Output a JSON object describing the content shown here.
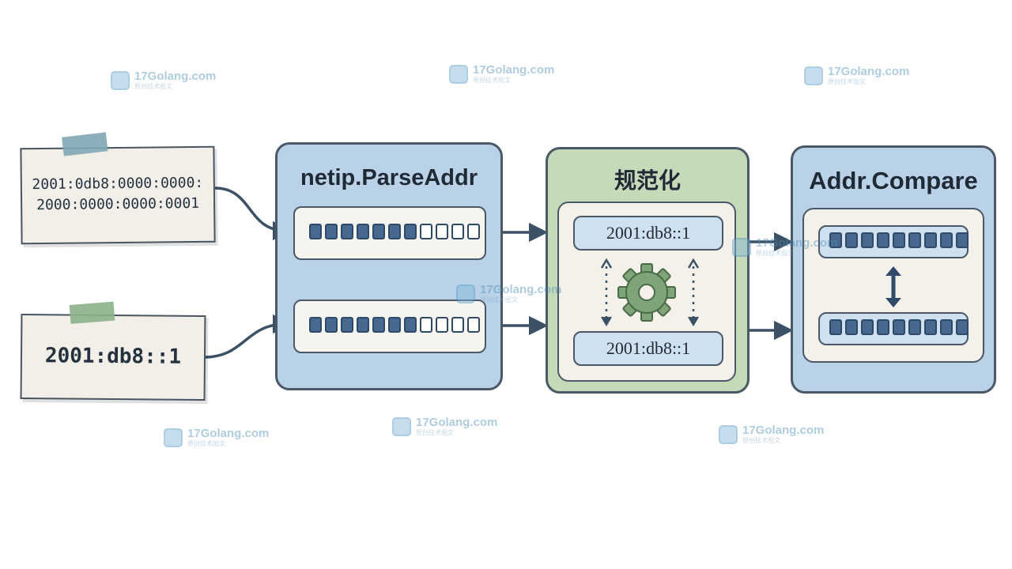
{
  "inputs": {
    "long_address_line1": "2001:0db8:0000:0000:",
    "long_address_line2": "2000:0000:0000:0001",
    "short_address": "2001:db8::1"
  },
  "parse_panel": {
    "title": "netip.ParseAddr",
    "byte_rows": [
      {
        "filled": 7,
        "empty": 4
      },
      {
        "filled": 7,
        "empty": 4
      }
    ]
  },
  "normalize_panel": {
    "title": "规范化",
    "top_result": "2001:db8::1",
    "bottom_result": "2001:db8::1",
    "icon": "gear-icon"
  },
  "compare_panel": {
    "title": "Addr.Compare",
    "byte_rows": [
      {
        "filled": 9,
        "empty": 0
      },
      {
        "filled": 9,
        "empty": 0
      }
    ],
    "icon": "double-arrow-icon"
  },
  "watermark": {
    "domain": "17Golang.com",
    "subtitle": "原创技术图文"
  },
  "colors": {
    "parse_panel_bg": "#b9d2e8",
    "normalize_panel_bg": "#c5dab9",
    "compare_panel_bg": "#bad2e7",
    "byte_fill": "#47698f",
    "arrow": "#3d5166",
    "tape_blue": "#7ea7b5",
    "tape_green": "#8cb08a",
    "gear": "#7fa47a"
  }
}
